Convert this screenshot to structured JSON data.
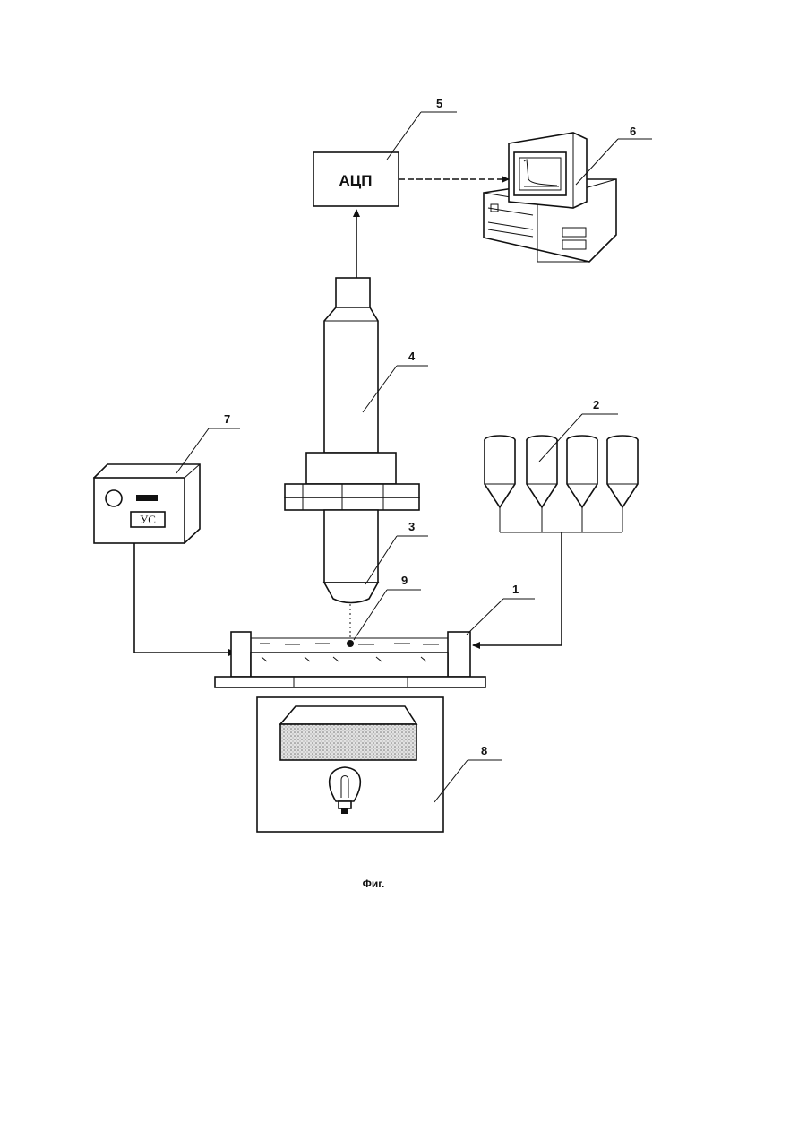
{
  "labels": {
    "n1": "1",
    "n2": "2",
    "n3": "3",
    "n4": "4",
    "n5": "5",
    "n6": "6",
    "n7": "7",
    "n8": "8",
    "n9": "9"
  },
  "adc_text": "АЦП",
  "supply_display": "УС",
  "caption": "Фиг."
}
